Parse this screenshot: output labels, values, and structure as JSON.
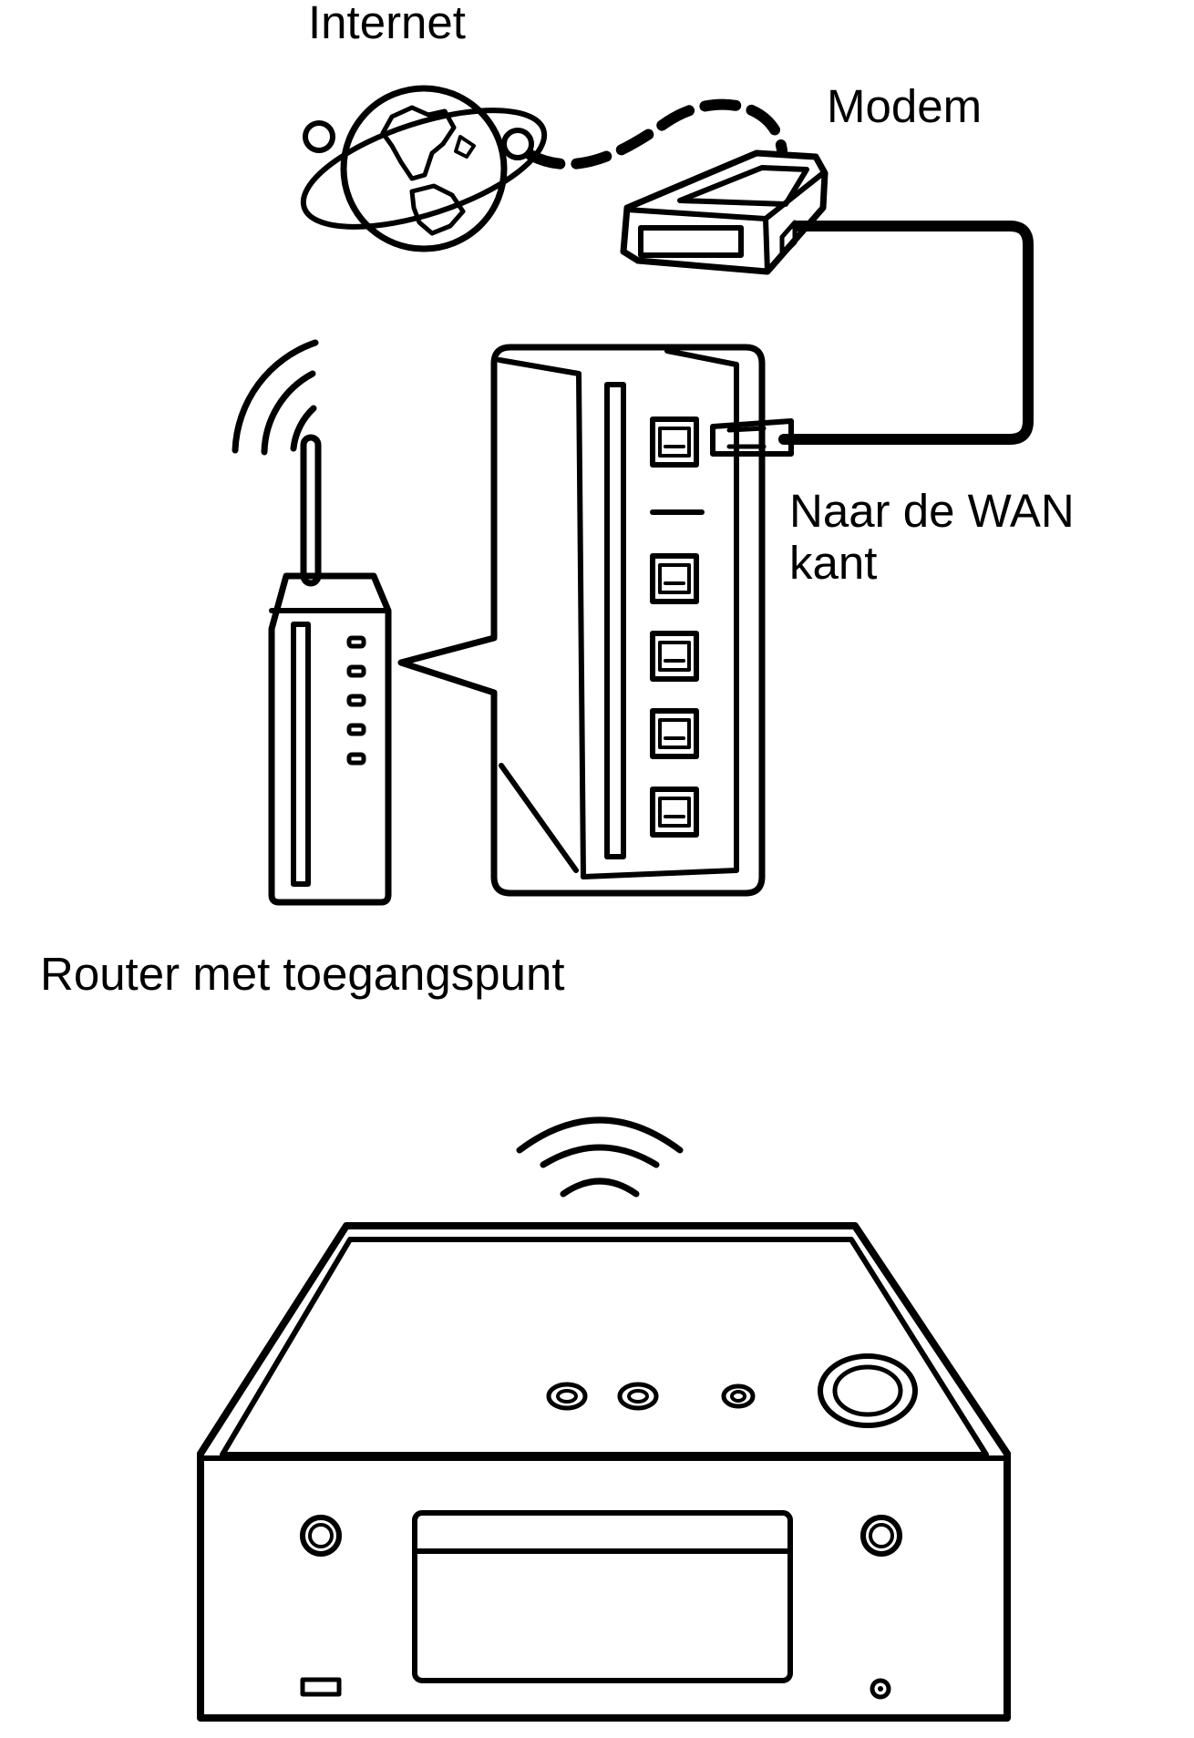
{
  "labels": {
    "internet": "Internet",
    "modem": "Modem",
    "wan_line1": "Naar de WAN",
    "wan_line2": "kant",
    "router": "Router met toegangspunt"
  },
  "icons": {
    "globe": "internet-globe-icon",
    "modem": "modem-icon",
    "router": "wireless-router-icon",
    "audio_system": "audio-system-icon"
  },
  "colors": {
    "line": "#000000",
    "background": "#ffffff"
  }
}
